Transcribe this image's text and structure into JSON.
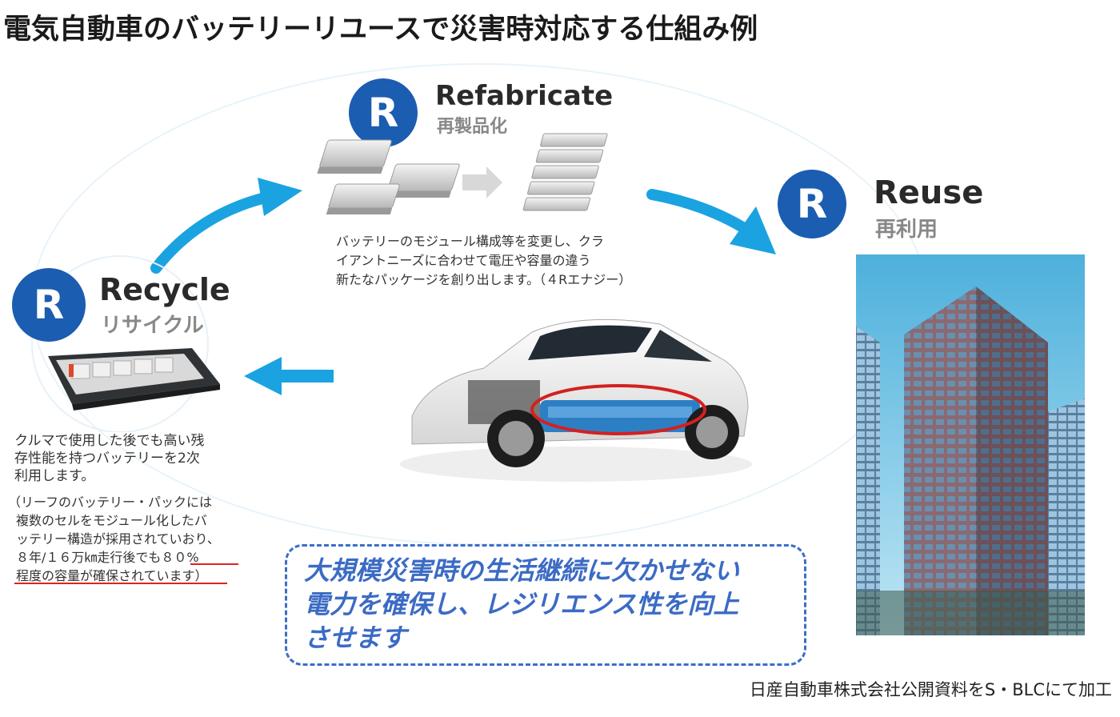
{
  "title": "電気自動車のバッテリーリユースで災害時対応する仕組み例",
  "refabricate": {
    "badge": "R",
    "title_en": "Refabricate",
    "title_jp": "再製品化",
    "description": [
      "バッテリーのモジュール構成等を変更し、クラ",
      "イアントニーズに合わせて電圧や容量の違う",
      "新たなパッケージを創り出します。（４Rエナジー）"
    ]
  },
  "reuse": {
    "badge": "R",
    "title_en": "Reuse",
    "title_jp": "再利用"
  },
  "recycle": {
    "badge": "R",
    "title_en": "Recycle",
    "title_jp": "リサイクル",
    "description": [
      "クルマで使用した後でも高い残",
      "存性能を持つバッテリーを2次",
      "利用します。"
    ],
    "note": [
      "（リーフのバッテリー・パックには",
      "複数のセルをモジュール化したバ",
      "ッテリー構造が採用されていおり、",
      "８年/１６万㎞走行後でも８０%",
      "程度の容量が確保されています）"
    ]
  },
  "callout": [
    "大規模災害時の生活継続に欠かせない",
    "電力を確保し、レジリエンス性を向上",
    "させます"
  ],
  "source": "日産自動車株式会社公開資料をS・BLCにて加工",
  "colors": {
    "badge": "#1b5db0",
    "arrow": "#1aa3e0",
    "callout_border": "#3a6fc8",
    "callout_text": "#3b6bc4",
    "highlight_ring": "#d42020"
  }
}
